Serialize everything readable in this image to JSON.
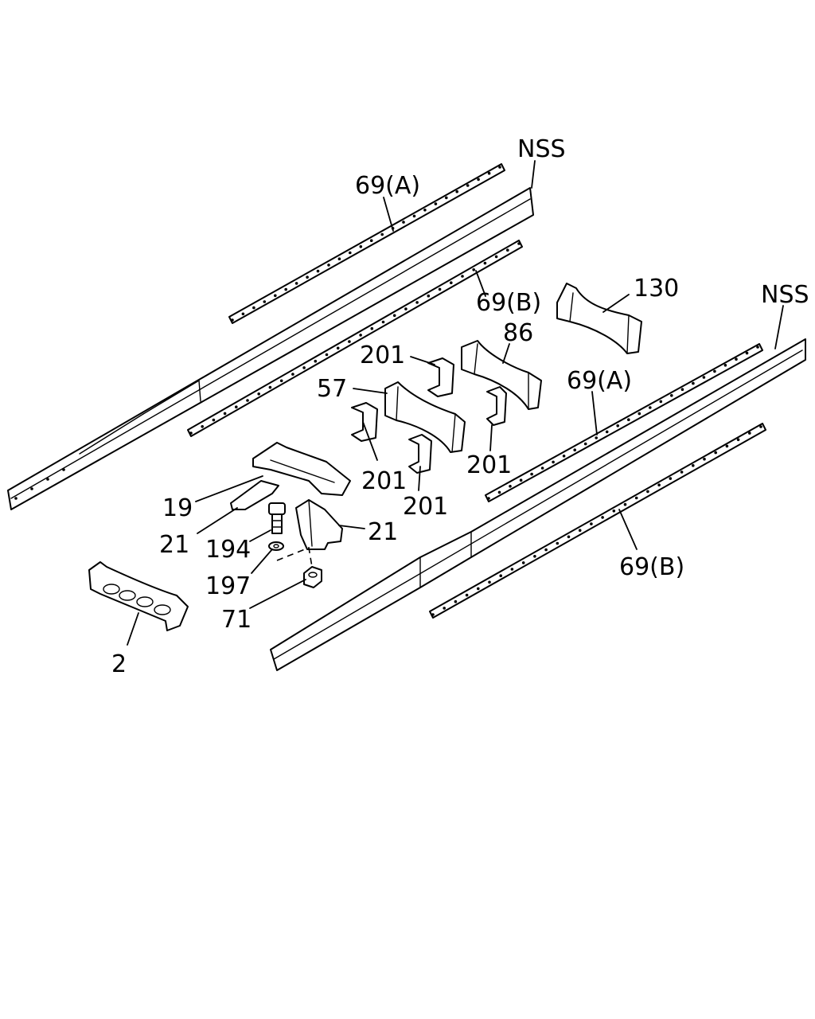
{
  "diagram": {
    "callouts": {
      "nss_upper": "NSS",
      "nss_lower": "NSS",
      "c69a_upper": "69(A)",
      "c69b_upper": "69(B)",
      "c69a_lower": "69(A)",
      "c69b_lower": "69(B)",
      "c130": "130",
      "c86": "86",
      "c57": "57",
      "c201_a": "201",
      "c201_b": "201",
      "c201_c": "201",
      "c201_d": "201",
      "c19": "19",
      "c21_left": "21",
      "c21_right": "21",
      "c194": "194",
      "c197": "197",
      "c71": "71",
      "c2": "2"
    }
  }
}
